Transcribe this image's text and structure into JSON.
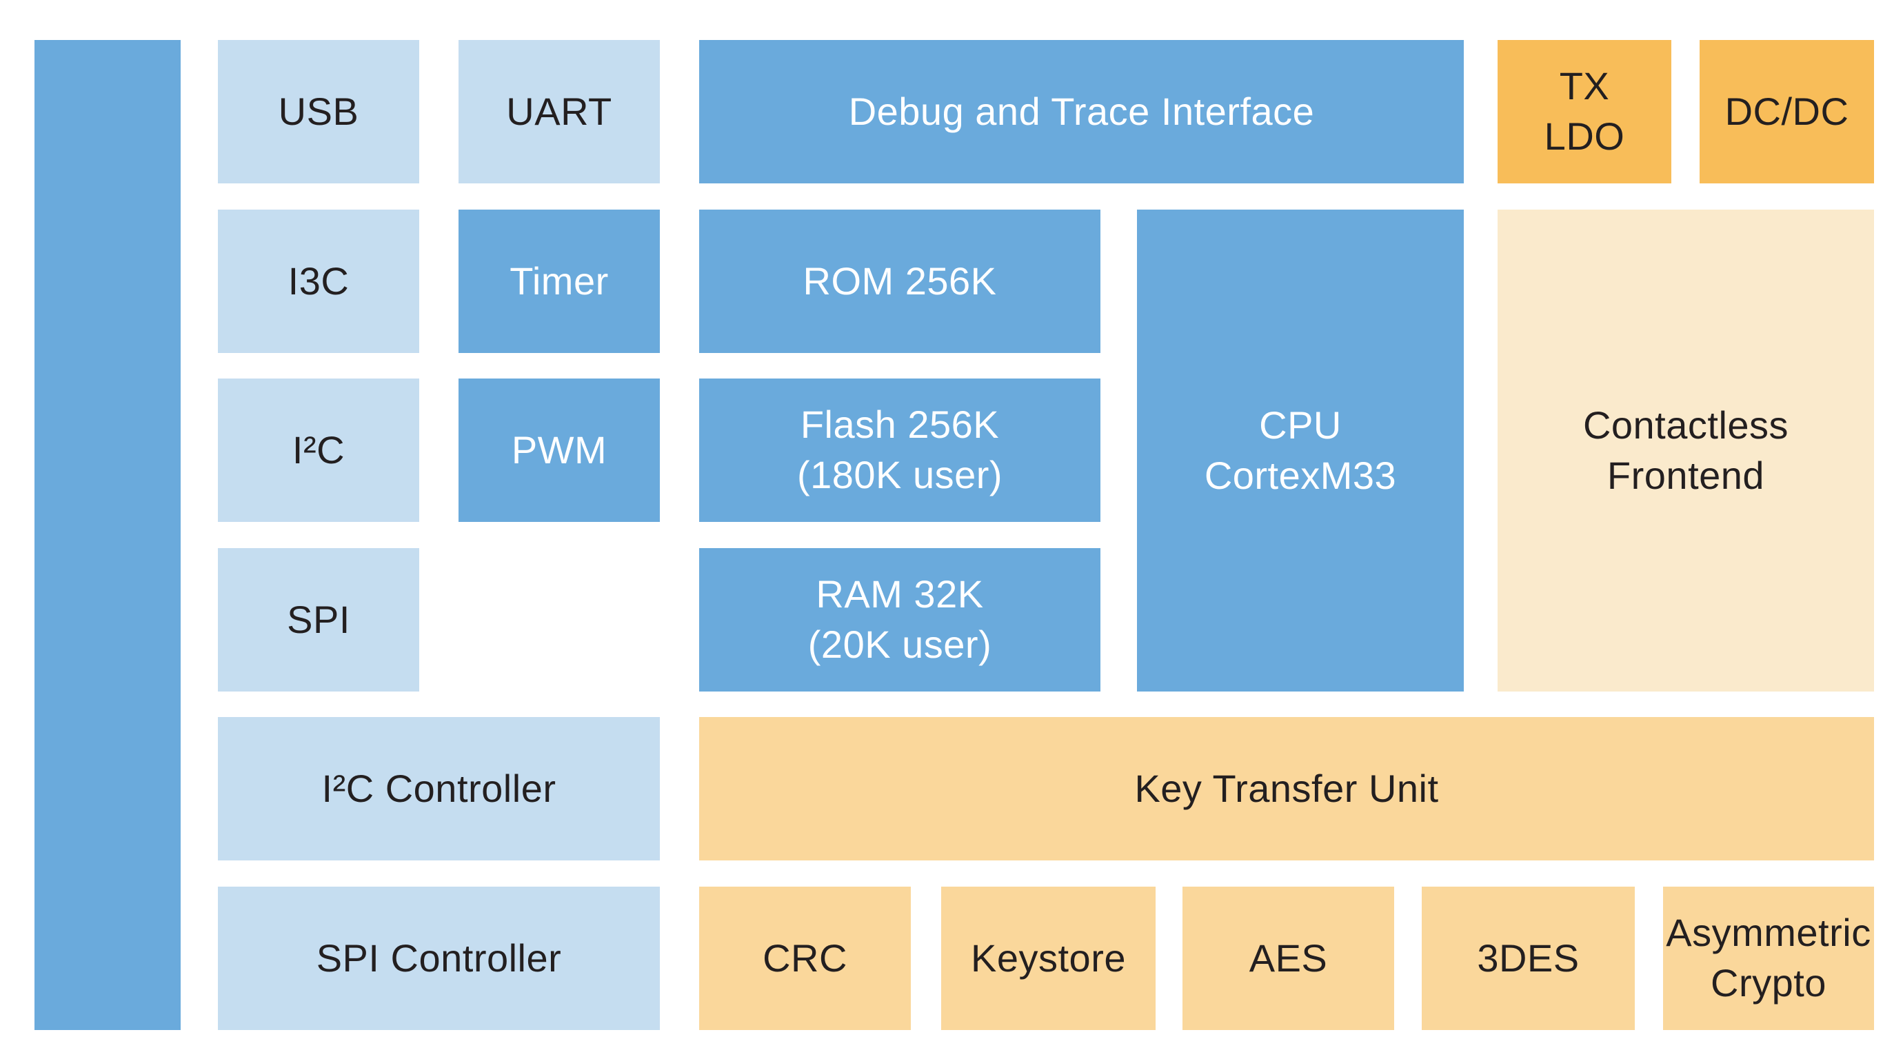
{
  "diagram": {
    "palette": {
      "medium_blue": "#6aaadc",
      "light_blue": "#c5ddf0",
      "orange": "#f8bd59",
      "light_orange": "#fad79b",
      "cream": "#faeacc",
      "text_dark": "#231f20",
      "text_light": "#ffffff",
      "background": "#ffffff"
    },
    "blocks": {
      "system_bus": {
        "label": ""
      },
      "usb": {
        "label": "USB"
      },
      "uart": {
        "label": "UART"
      },
      "debug_trace": {
        "label": "Debug and Trace Interface"
      },
      "tx_ldo": {
        "label": "TX\nLDO"
      },
      "dcdc": {
        "label": "DC/DC"
      },
      "i3c": {
        "label": "I3C"
      },
      "timer": {
        "label": "Timer"
      },
      "rom": {
        "label": "ROM 256K"
      },
      "cpu": {
        "label": "CPU\nCortexM33"
      },
      "contactless": {
        "label": "Contactless\nFrontend"
      },
      "i2c": {
        "label": "I²C"
      },
      "pwm": {
        "label": "PWM"
      },
      "flash": {
        "label": "Flash 256K\n(180K user)"
      },
      "spi": {
        "label": "SPI"
      },
      "ram": {
        "label": "RAM 32K\n(20K user)"
      },
      "i2c_controller": {
        "label": "I²C Controller"
      },
      "key_transfer_unit": {
        "label": "Key Transfer Unit"
      },
      "spi_controller": {
        "label": "SPI Controller"
      },
      "crc": {
        "label": "CRC"
      },
      "keystore": {
        "label": "Keystore"
      },
      "aes": {
        "label": "AES"
      },
      "tdes": {
        "label": "3DES"
      },
      "asymmetric_crypto": {
        "label": "Asymmetric\nCrypto"
      }
    }
  }
}
